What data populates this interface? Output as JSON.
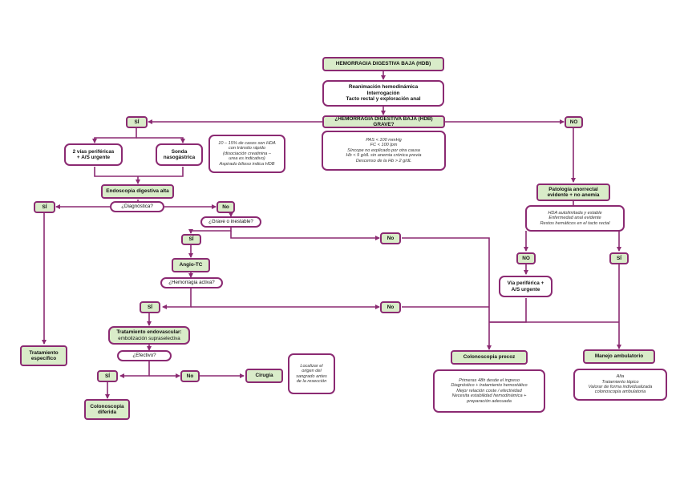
{
  "colors": {
    "border": "#8b2a72",
    "line": "#8b2a72",
    "green_fill": "#d9ecc9"
  },
  "nodes": {
    "hdb_title": "HEMORRAGIA DIGESTIVA BAJA (HDB)",
    "reanimacion": [
      "Reanimación hemodinámica",
      "Interrogación",
      "Tacto rectal y exploración anal"
    ],
    "grave_q": "¿HEMORRAGIA DIGESTIVA BAJA (HDB) GRAVE?",
    "criteria": [
      "PAS < 100 mmHg",
      "FC < 100 lpm",
      "Síncope no explicado por otra causa",
      "Hb < 9 g/dL sin anemia crónica previa",
      "Descenso de la Hb > 2 g/dL"
    ],
    "si_top": "SÍ",
    "no_top": "NO",
    "vias": [
      "2 vías periféricas",
      "+ A/S urgente"
    ],
    "sonda": [
      "Sonda",
      "nasogástrica"
    ],
    "hda_note": [
      "10 – 15% de casos son HDA",
      "con tránsito rápido",
      "(disociación creatinina –",
      "urea es indicativo)",
      "Aspirado bilioso indica HDB"
    ],
    "endoscopia": "Endoscopia digestiva alta",
    "diagnostica_q": "¿Diagnóstica?",
    "si_diag": "SÍ",
    "no_diag": "No",
    "tratamiento_especifico": [
      "Tratamiento",
      "específico"
    ],
    "grave_inestable_q": "¿Grave o inestable?",
    "si_grave": "SÍ",
    "no_grave": "No",
    "angio_tc": "Angio-TC",
    "activa_q": "¿Hemorragia activa?",
    "si_activa": "SÍ",
    "no_activa": "No",
    "tto_endovascular": [
      "Tratamiento endovascular:",
      "embolización supraselectiva"
    ],
    "efectivo_q": "¿Efectivo?",
    "si_efectivo": "SÍ",
    "no_efectivo": "No",
    "cirugia": "Cirugía",
    "localizar_note": [
      "Localizar el",
      "origen del",
      "sangrado antes",
      "de la resección"
    ],
    "colonoscopia_diferida": [
      "Colonoscopia",
      "diferida"
    ],
    "patologia_anorrectal": [
      "Patología anorrectal",
      "evidente + no anemia"
    ],
    "hda_estable": [
      "HDA autolimitada y estable",
      "Enfermedad anal evidente",
      "Restos hemáticos en el tacto rectal"
    ],
    "no_right": "NO",
    "si_right": "SÍ",
    "via_periferica": [
      "Vía periférica +",
      "A/S urgente"
    ],
    "colonoscopia_precoz": "Colonoscopia precoz",
    "precoz_note": [
      "Primeras 48h desde el ingreso",
      "Diagnóstico + tratamiento hemostático",
      "Mejor relación coste / efectividad",
      "Necesita estabilidad hemodinámica +",
      "preparación adecuada"
    ],
    "manejo_ambulatorio": "Manejo ambulatorio",
    "ambulatorio_note": [
      "Alta",
      "Tratamiento tópico",
      "Valorar de forma individualizada",
      "colonoscopia ambulatoria"
    ]
  }
}
